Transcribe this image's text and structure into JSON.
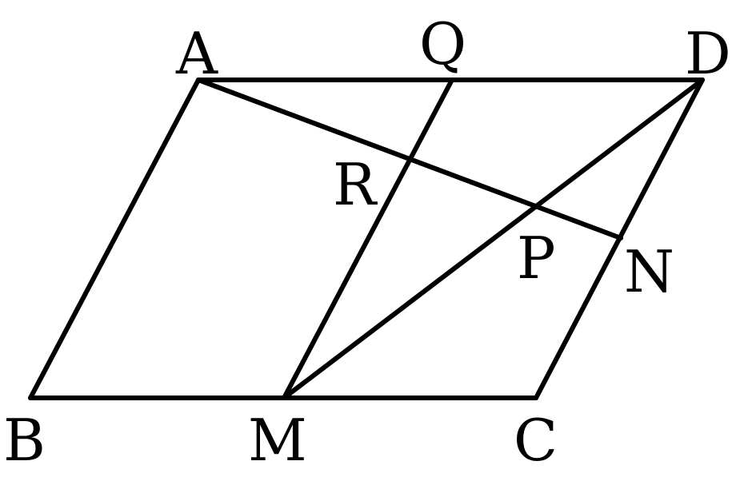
{
  "figure": {
    "stroke_color": "#000000",
    "background_color": "#ffffff",
    "points": [
      {
        "name": "A",
        "label": "A"
      },
      {
        "name": "Q",
        "label": "Q"
      },
      {
        "name": "D",
        "label": "D"
      },
      {
        "name": "R",
        "label": "R"
      },
      {
        "name": "P",
        "label": "P"
      },
      {
        "name": "N",
        "label": "N"
      },
      {
        "name": "B",
        "label": "B"
      },
      {
        "name": "M",
        "label": "M"
      },
      {
        "name": "C",
        "label": "C"
      }
    ],
    "segments": [
      {
        "id": "AD",
        "from": "A",
        "to": "D"
      },
      {
        "id": "BC",
        "from": "B",
        "to": "C"
      },
      {
        "id": "AB",
        "from": "A",
        "to": "B"
      },
      {
        "id": "DC",
        "from": "D",
        "to": "C"
      },
      {
        "id": "QM",
        "from": "Q",
        "to": "M"
      },
      {
        "id": "MD",
        "from": "M",
        "to": "D"
      },
      {
        "id": "AN",
        "from": "A",
        "to": "N"
      }
    ]
  }
}
